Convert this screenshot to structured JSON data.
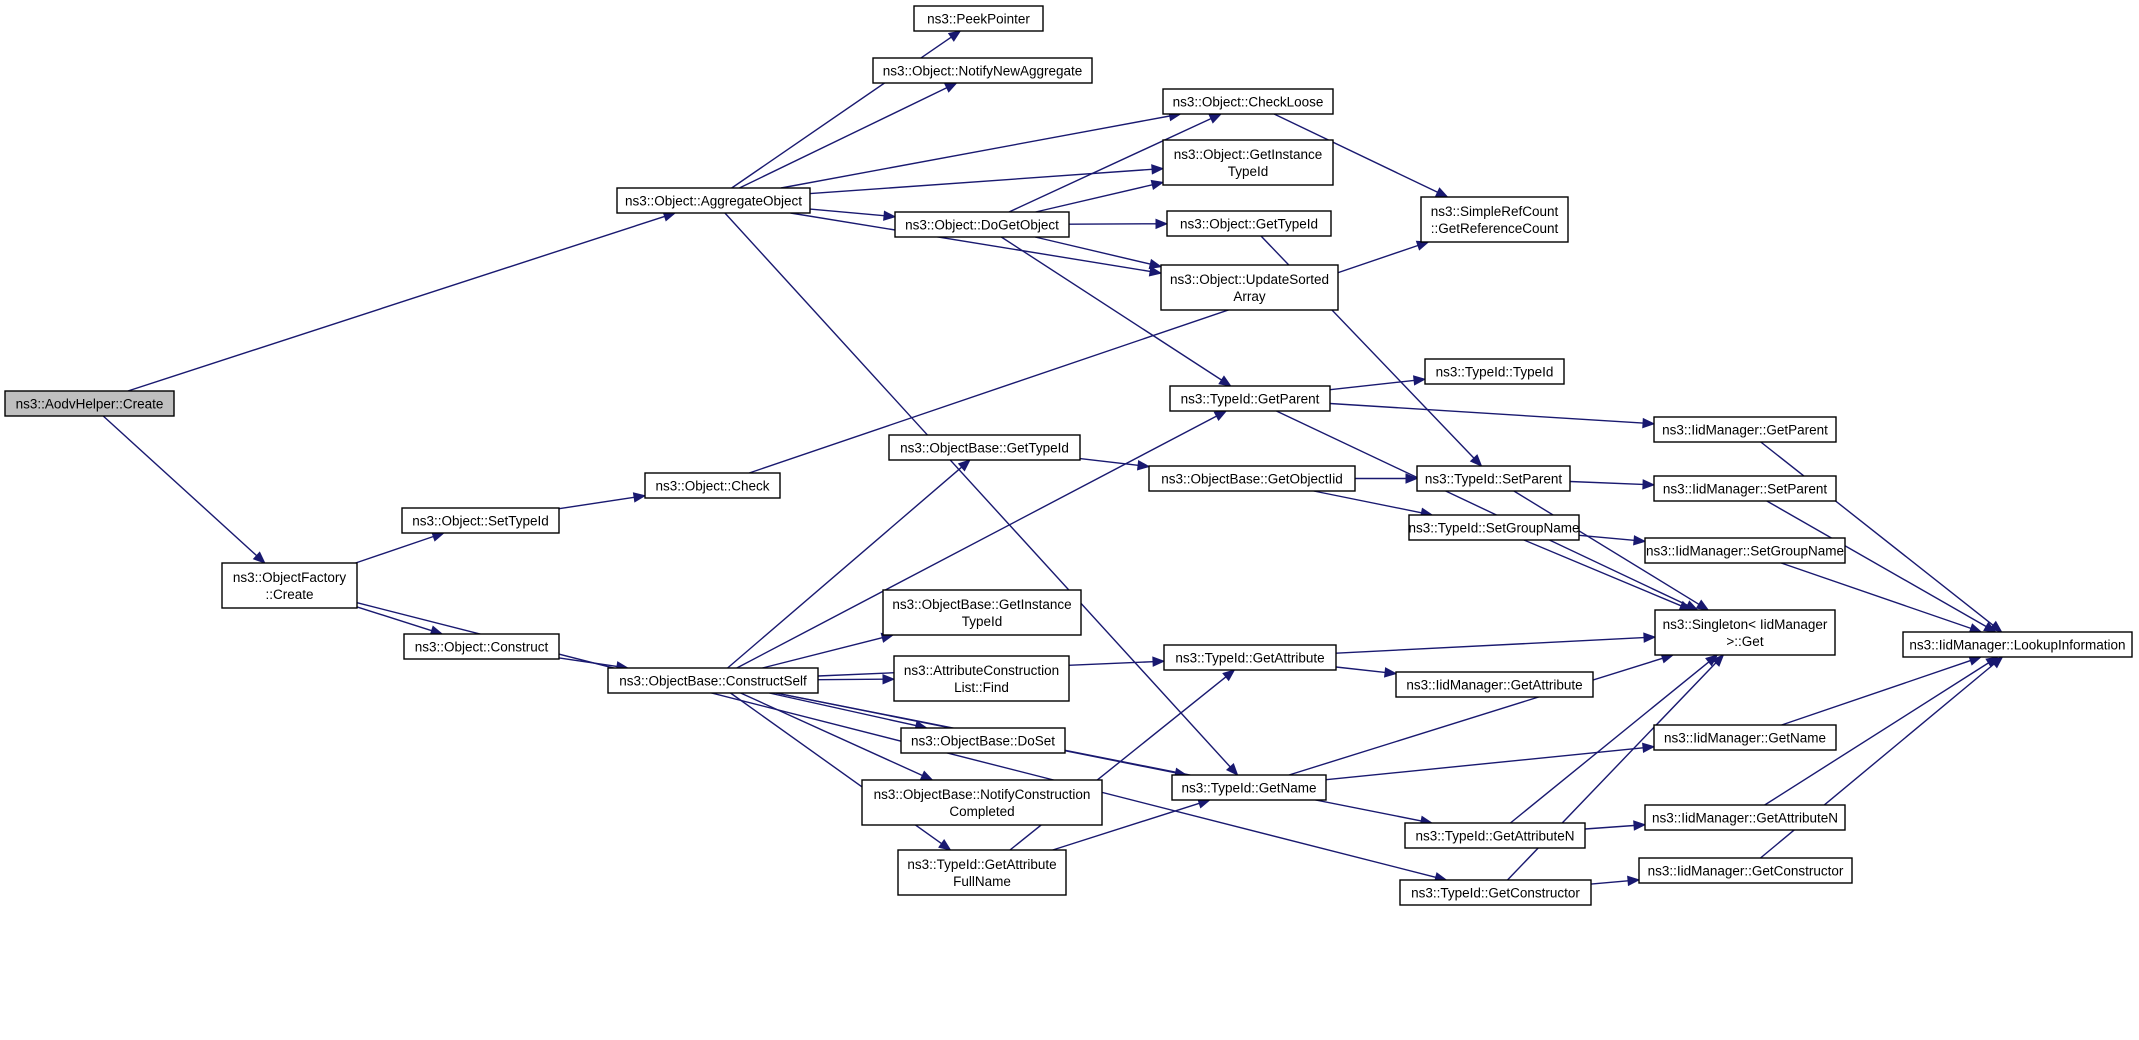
{
  "colors": {
    "edge": "#191970",
    "node_fill": "#ffffff",
    "root_fill": "#bfbfbf",
    "node_border": "#000000"
  },
  "nodes": [
    {
      "id": "aodv_create",
      "lines": [
        "ns3::AodvHelper::Create"
      ],
      "root": true
    },
    {
      "id": "of_create",
      "lines": [
        "ns3::ObjectFactory",
        "::Create"
      ]
    },
    {
      "id": "aggregate",
      "lines": [
        "ns3::Object::AggregateObject"
      ]
    },
    {
      "id": "set_typeid",
      "lines": [
        "ns3::Object::SetTypeId"
      ]
    },
    {
      "id": "construct",
      "lines": [
        "ns3::Object::Construct"
      ]
    },
    {
      "id": "obj_check",
      "lines": [
        "ns3::Object::Check"
      ]
    },
    {
      "id": "construct_self",
      "lines": [
        "ns3::ObjectBase::ConstructSelf"
      ]
    },
    {
      "id": "peek_pointer",
      "lines": [
        "ns3::PeekPointer"
      ]
    },
    {
      "id": "notify_new_agg",
      "lines": [
        "ns3::Object::NotifyNewAggregate"
      ]
    },
    {
      "id": "do_get_object",
      "lines": [
        "ns3::Object::DoGetObject"
      ]
    },
    {
      "id": "ob_get_typeid",
      "lines": [
        "ns3::ObjectBase::GetTypeId"
      ]
    },
    {
      "id": "ob_get_instance_typeid",
      "lines": [
        "ns3::ObjectBase::GetInstance",
        "TypeId"
      ]
    },
    {
      "id": "acl_find",
      "lines": [
        "ns3::AttributeConstruction",
        "List::Find"
      ]
    },
    {
      "id": "ob_doset",
      "lines": [
        "ns3::ObjectBase::DoSet"
      ]
    },
    {
      "id": "ob_notify_construction",
      "lines": [
        "ns3::ObjectBase::NotifyConstruction",
        "Completed"
      ]
    },
    {
      "id": "tid_get_attr_fullname",
      "lines": [
        "ns3::TypeId::GetAttribute",
        "FullName"
      ]
    },
    {
      "id": "obj_checkloose",
      "lines": [
        "ns3::Object::CheckLoose"
      ]
    },
    {
      "id": "obj_get_instance_typeid",
      "lines": [
        "ns3::Object::GetInstance",
        "TypeId"
      ]
    },
    {
      "id": "obj_get_typeid",
      "lines": [
        "ns3::Object::GetTypeId"
      ]
    },
    {
      "id": "obj_update_sorted",
      "lines": [
        "ns3::Object::UpdateSorted",
        "Array"
      ]
    },
    {
      "id": "tid_get_parent",
      "lines": [
        "ns3::TypeId::GetParent"
      ]
    },
    {
      "id": "ob_get_objectiid",
      "lines": [
        "ns3::ObjectBase::GetObjectIid"
      ]
    },
    {
      "id": "tid_get_attribute",
      "lines": [
        "ns3::TypeId::GetAttribute"
      ]
    },
    {
      "id": "tid_get_name",
      "lines": [
        "ns3::TypeId::GetName"
      ]
    },
    {
      "id": "refcount",
      "lines": [
        "ns3::SimpleRefCount",
        "::GetReferenceCount"
      ]
    },
    {
      "id": "tid_typeid",
      "lines": [
        "ns3::TypeId::TypeId"
      ]
    },
    {
      "id": "tid_set_parent",
      "lines": [
        "ns3::TypeId::SetParent"
      ]
    },
    {
      "id": "tid_set_groupname",
      "lines": [
        "ns3::TypeId::SetGroupName"
      ]
    },
    {
      "id": "iid_get_attribute",
      "lines": [
        "ns3::IidManager::GetAttribute"
      ]
    },
    {
      "id": "tid_get_attribute_n",
      "lines": [
        "ns3::TypeId::GetAttributeN"
      ]
    },
    {
      "id": "tid_get_constructor",
      "lines": [
        "ns3::TypeId::GetConstructor"
      ]
    },
    {
      "id": "iid_get_parent",
      "lines": [
        "ns3::IidManager::GetParent"
      ]
    },
    {
      "id": "iid_set_parent",
      "lines": [
        "ns3::IidManager::SetParent"
      ]
    },
    {
      "id": "iid_set_groupname",
      "lines": [
        "ns3::IidManager::SetGroupName"
      ]
    },
    {
      "id": "singleton_get",
      "lines": [
        "ns3::Singleton< IidManager",
        ">::Get"
      ]
    },
    {
      "id": "iid_get_name",
      "lines": [
        "ns3::IidManager::GetName"
      ]
    },
    {
      "id": "iid_get_attribute_n",
      "lines": [
        "ns3::IidManager::GetAttributeN"
      ]
    },
    {
      "id": "iid_get_constructor",
      "lines": [
        "ns3::IidManager::GetConstructor"
      ]
    },
    {
      "id": "iid_lookup",
      "lines": [
        "ns3::IidManager::LookupInformation"
      ]
    }
  ],
  "edges": [
    [
      "aodv_create",
      "aggregate"
    ],
    [
      "aodv_create",
      "of_create"
    ],
    [
      "of_create",
      "set_typeid"
    ],
    [
      "of_create",
      "construct"
    ],
    [
      "of_create",
      "tid_get_constructor"
    ],
    [
      "aggregate",
      "peek_pointer"
    ],
    [
      "aggregate",
      "notify_new_agg"
    ],
    [
      "aggregate",
      "obj_checkloose"
    ],
    [
      "aggregate",
      "obj_get_instance_typeid"
    ],
    [
      "aggregate",
      "do_get_object"
    ],
    [
      "aggregate",
      "obj_update_sorted"
    ],
    [
      "aggregate",
      "tid_get_name"
    ],
    [
      "set_typeid",
      "obj_check"
    ],
    [
      "obj_check",
      "refcount"
    ],
    [
      "construct",
      "construct_self"
    ],
    [
      "construct_self",
      "tid_get_parent"
    ],
    [
      "construct_self",
      "ob_get_typeid"
    ],
    [
      "construct_self",
      "tid_get_attribute"
    ],
    [
      "construct_self",
      "ob_get_instance_typeid"
    ],
    [
      "construct_self",
      "acl_find"
    ],
    [
      "construct_self",
      "ob_doset"
    ],
    [
      "construct_self",
      "ob_notify_construction"
    ],
    [
      "construct_self",
      "tid_get_attr_fullname"
    ],
    [
      "construct_self",
      "tid_get_name"
    ],
    [
      "construct_self",
      "tid_get_attribute_n"
    ],
    [
      "do_get_object",
      "obj_checkloose"
    ],
    [
      "do_get_object",
      "obj_get_instance_typeid"
    ],
    [
      "do_get_object",
      "obj_get_typeid"
    ],
    [
      "do_get_object",
      "obj_update_sorted"
    ],
    [
      "do_get_object",
      "tid_get_parent"
    ],
    [
      "obj_checkloose",
      "refcount"
    ],
    [
      "obj_get_typeid",
      "tid_set_parent"
    ],
    [
      "ob_get_typeid",
      "ob_get_objectiid"
    ],
    [
      "ob_get_objectiid",
      "tid_set_parent"
    ],
    [
      "ob_get_objectiid",
      "tid_set_groupname"
    ],
    [
      "tid_get_attr_fullname",
      "tid_get_attribute"
    ],
    [
      "tid_get_attr_fullname",
      "tid_get_name"
    ],
    [
      "tid_get_parent",
      "tid_typeid"
    ],
    [
      "tid_get_parent",
      "iid_get_parent"
    ],
    [
      "tid_get_parent",
      "singleton_get"
    ],
    [
      "tid_set_parent",
      "iid_set_parent"
    ],
    [
      "tid_set_parent",
      "singleton_get"
    ],
    [
      "tid_set_groupname",
      "iid_set_groupname"
    ],
    [
      "tid_set_groupname",
      "singleton_get"
    ],
    [
      "tid_get_attribute",
      "singleton_get"
    ],
    [
      "tid_get_attribute",
      "iid_get_attribute"
    ],
    [
      "tid_get_name",
      "singleton_get"
    ],
    [
      "tid_get_name",
      "iid_get_name"
    ],
    [
      "tid_get_attribute_n",
      "singleton_get"
    ],
    [
      "tid_get_attribute_n",
      "iid_get_attribute_n"
    ],
    [
      "tid_get_constructor",
      "singleton_get"
    ],
    [
      "tid_get_constructor",
      "iid_get_constructor"
    ],
    [
      "iid_get_parent",
      "iid_lookup"
    ],
    [
      "iid_set_parent",
      "iid_lookup"
    ],
    [
      "iid_set_groupname",
      "iid_lookup"
    ],
    [
      "iid_get_name",
      "iid_lookup"
    ],
    [
      "iid_get_attribute_n",
      "iid_lookup"
    ],
    [
      "iid_get_constructor",
      "iid_lookup"
    ]
  ]
}
